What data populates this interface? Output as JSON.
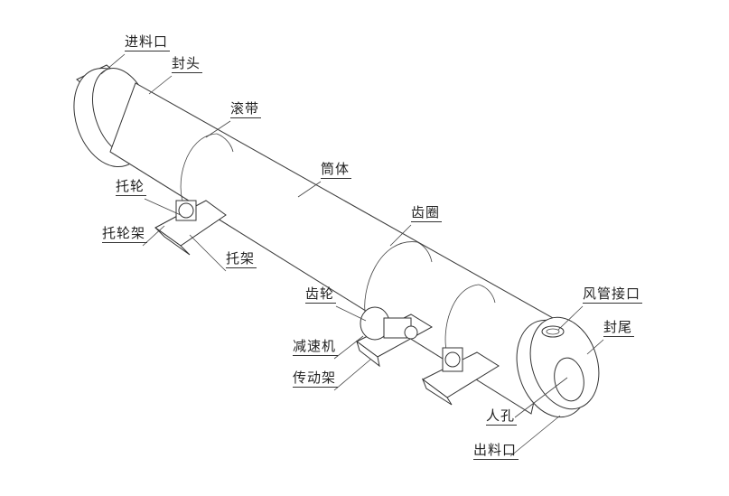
{
  "title": "Rotary dryer structure diagram",
  "labels": {
    "feed_inlet": "进料口",
    "head_cover": "封头",
    "riding_ring": "滚带",
    "shell": "筒体",
    "support_roller": "托轮",
    "roller_frame": "托轮架",
    "bracket": "托架",
    "girth_gear": "齿圈",
    "pinion": "齿轮",
    "reducer": "减速机",
    "drive_frame": "传动架",
    "air_duct_port": "风管接口",
    "tail_cover": "封尾",
    "manhole": "人孔",
    "discharge_outlet": "出料口"
  }
}
